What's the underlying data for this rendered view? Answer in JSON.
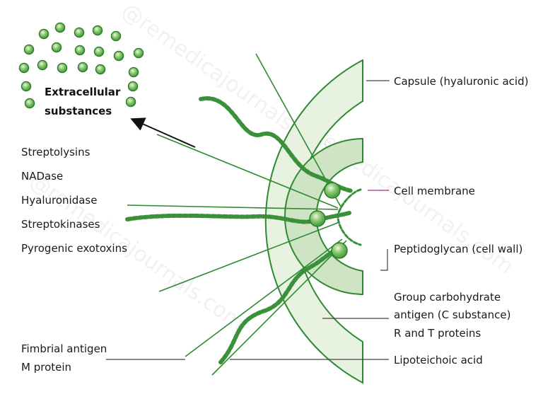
{
  "extracellular": {
    "line1": "Extracellular",
    "line2": "substances"
  },
  "left_labels": [
    "Streptolysins",
    "NADase",
    "Hyaluronidase",
    "Streptokinases",
    "Pyrogenic exotoxins"
  ],
  "bottom_left_labels": {
    "line1": "Fimbrial antigen",
    "line2": "M protein"
  },
  "right_labels": {
    "capsule": "Capsule (hyaluronic acid)",
    "cell_membrane": "Cell membrane",
    "peptidoglycan": "Peptidoglycan (cell wall)",
    "carb_line1": "Group carbohydrate",
    "carb_line2": "antigen (C substance)",
    "carb_line3": "R and T proteins",
    "lipoteichoic": "Lipoteichoic acid"
  },
  "watermark": "@remedicajournals.com",
  "colors": {
    "outer_band": "#e7f2e1",
    "inner_band": "#cfe4c4",
    "stroke_green": "#2f8a2f",
    "membrane_leader": "#9a2c8e"
  }
}
